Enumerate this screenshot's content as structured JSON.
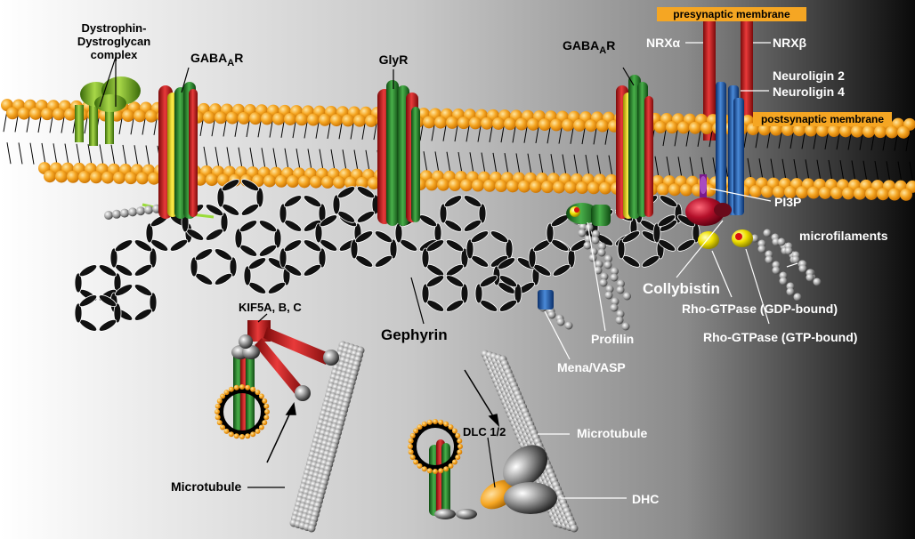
{
  "labels": {
    "dystrophin": [
      "Dystrophin-",
      "Dystroglycan",
      "complex"
    ],
    "gabaar_left": "GABA",
    "gabaar_left_sub": "A",
    "gabaar_left_r": "R",
    "glyr": "GlyR",
    "gabaar_right": "GABA",
    "gabaar_right_sub": "A",
    "gabaar_right_r": "R",
    "presynaptic": "presynaptic membrane",
    "postsynaptic": "postsynaptic membrane",
    "nrx_alpha": "NRXα",
    "nrx_beta": "NRXβ",
    "neuroligin2": "Neuroligin 2",
    "neuroligin4": "Neuroligin 4",
    "pi3p": "PI3P",
    "microfilaments": "microfilaments",
    "collybistin": "Collybistin",
    "rho_gdp": "Rho-GTPase (GDP-bound)",
    "rho_gtp": "Rho-GTPase (GTP-bound)",
    "profilin": "Profilin",
    "mena_vasp": "Mena/VASP",
    "gephyrin": "Gephyrin",
    "kif5": "KIF5A, B, C",
    "microtubule_left": "Microtubule",
    "microtubule_right": "Microtubule",
    "dlc": "DLC 1/2",
    "dhc": "DHC"
  },
  "colors": {
    "lipid_head": "#f0a020",
    "receptor_red": "#c41a1a",
    "receptor_green": "#2e8a2e",
    "receptor_yellow": "#e6d800",
    "neuroligin_blue": "#1e64b4",
    "nrx_red": "#b41414",
    "membrane_tag": "#f5a623",
    "collybistin": "#b4102a",
    "pi3p": "#7a1a8c"
  }
}
